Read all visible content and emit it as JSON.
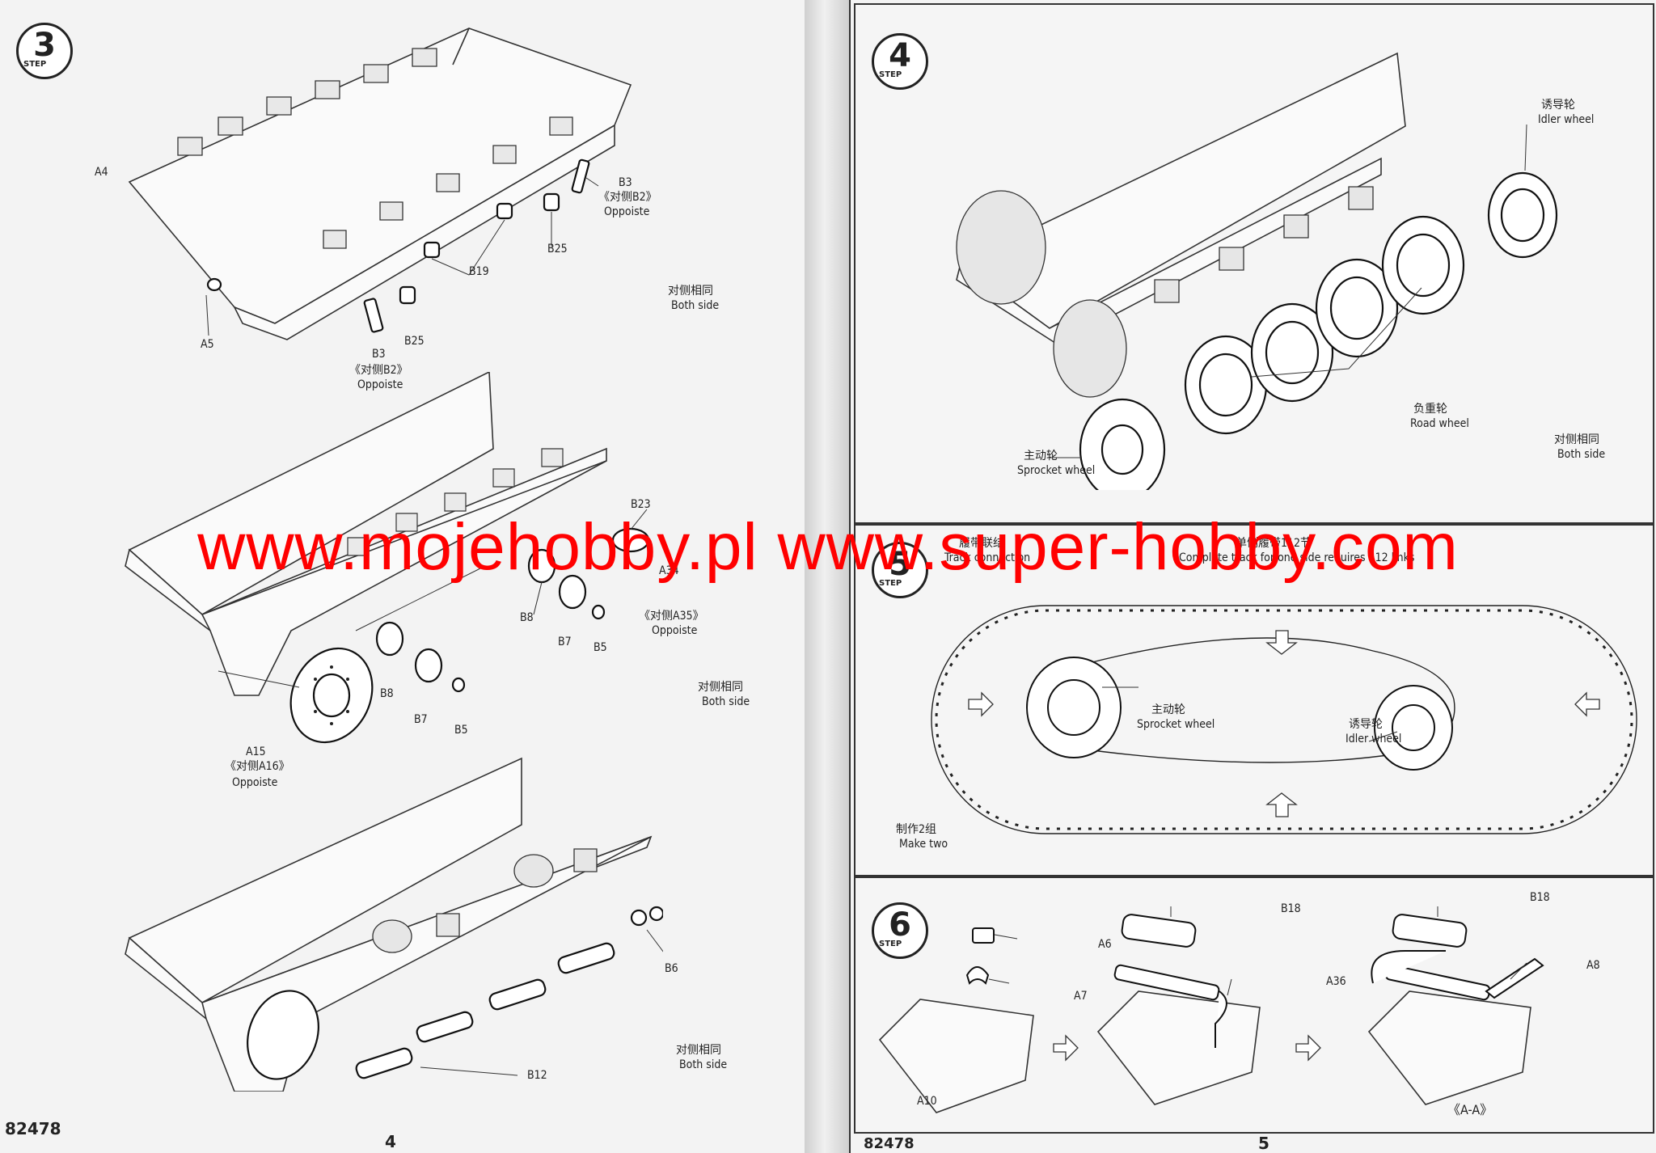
{
  "watermark": "www.mojehobby.pl www.super-hobby.com",
  "left_page": {
    "kit_number": "82478",
    "page_number": "4",
    "step": {
      "number": "3",
      "word": "STEP"
    },
    "labels": {
      "a4": "A4",
      "a5": "A5",
      "b3_top": "B3",
      "b3_top_cn": "《对侧B2》",
      "b3_top_en": "Oppoiste",
      "b25_top": "B25",
      "b19": "B19",
      "b3_bottom": "B3",
      "b3_bottom_cn": "《对侧B2》",
      "b3_bottom_en": "Oppoiste",
      "b25_bottom": "B25",
      "both_side_1_cn": "对侧相同",
      "both_side_1_en": "Both side",
      "b23": "B23",
      "a34": "A34",
      "a34_cn": "《对侧A35》",
      "a34_en": "Oppoiste",
      "b8_upper": "B8",
      "b7_upper": "B7",
      "b5_upper": "B5",
      "b8_lower": "B8",
      "b7_lower": "B7",
      "b5_lower": "B5",
      "a15": "A15",
      "a15_cn": "《对侧A16》",
      "a15_en": "Oppoiste",
      "both_side_2_cn": "对侧相同",
      "both_side_2_en": "Both side",
      "b6": "B6",
      "b12": "B12",
      "both_side_3_cn": "对侧相同",
      "both_side_3_en": "Both side"
    }
  },
  "right_page": {
    "kit_number": "82478",
    "page_number": "5",
    "step4": {
      "number": "4",
      "word": "STEP",
      "idler_cn": "诱导轮",
      "idler_en": "Idler wheel",
      "road_cn": "负重轮",
      "road_en": "Road wheel",
      "sprocket_cn": "主动轮",
      "sprocket_en": "Sprocket wheel",
      "both_cn": "对侧相同",
      "both_en": "Both side"
    },
    "step5": {
      "number": "5",
      "word": "STEP",
      "track_cn": "履带联结",
      "track_en": "Track connection",
      "one_side_cn": "单侧履带112节",
      "one_side_en": "Complete track for one side requires 112 links",
      "sprocket_cn": "主动轮",
      "sprocket_en": "Sprocket wheel",
      "idler_cn": "诱导轮",
      "idler_en": "Idler wheel",
      "make_two_cn": "制作2组",
      "make_two_en": "Make two"
    },
    "step6": {
      "number": "6",
      "word": "STEP",
      "a6": "A6",
      "a7": "A7",
      "a10": "A10",
      "b18_1": "B18",
      "a36": "A36",
      "b18_2": "B18",
      "a8": "A8",
      "section": "《A-A》"
    }
  }
}
